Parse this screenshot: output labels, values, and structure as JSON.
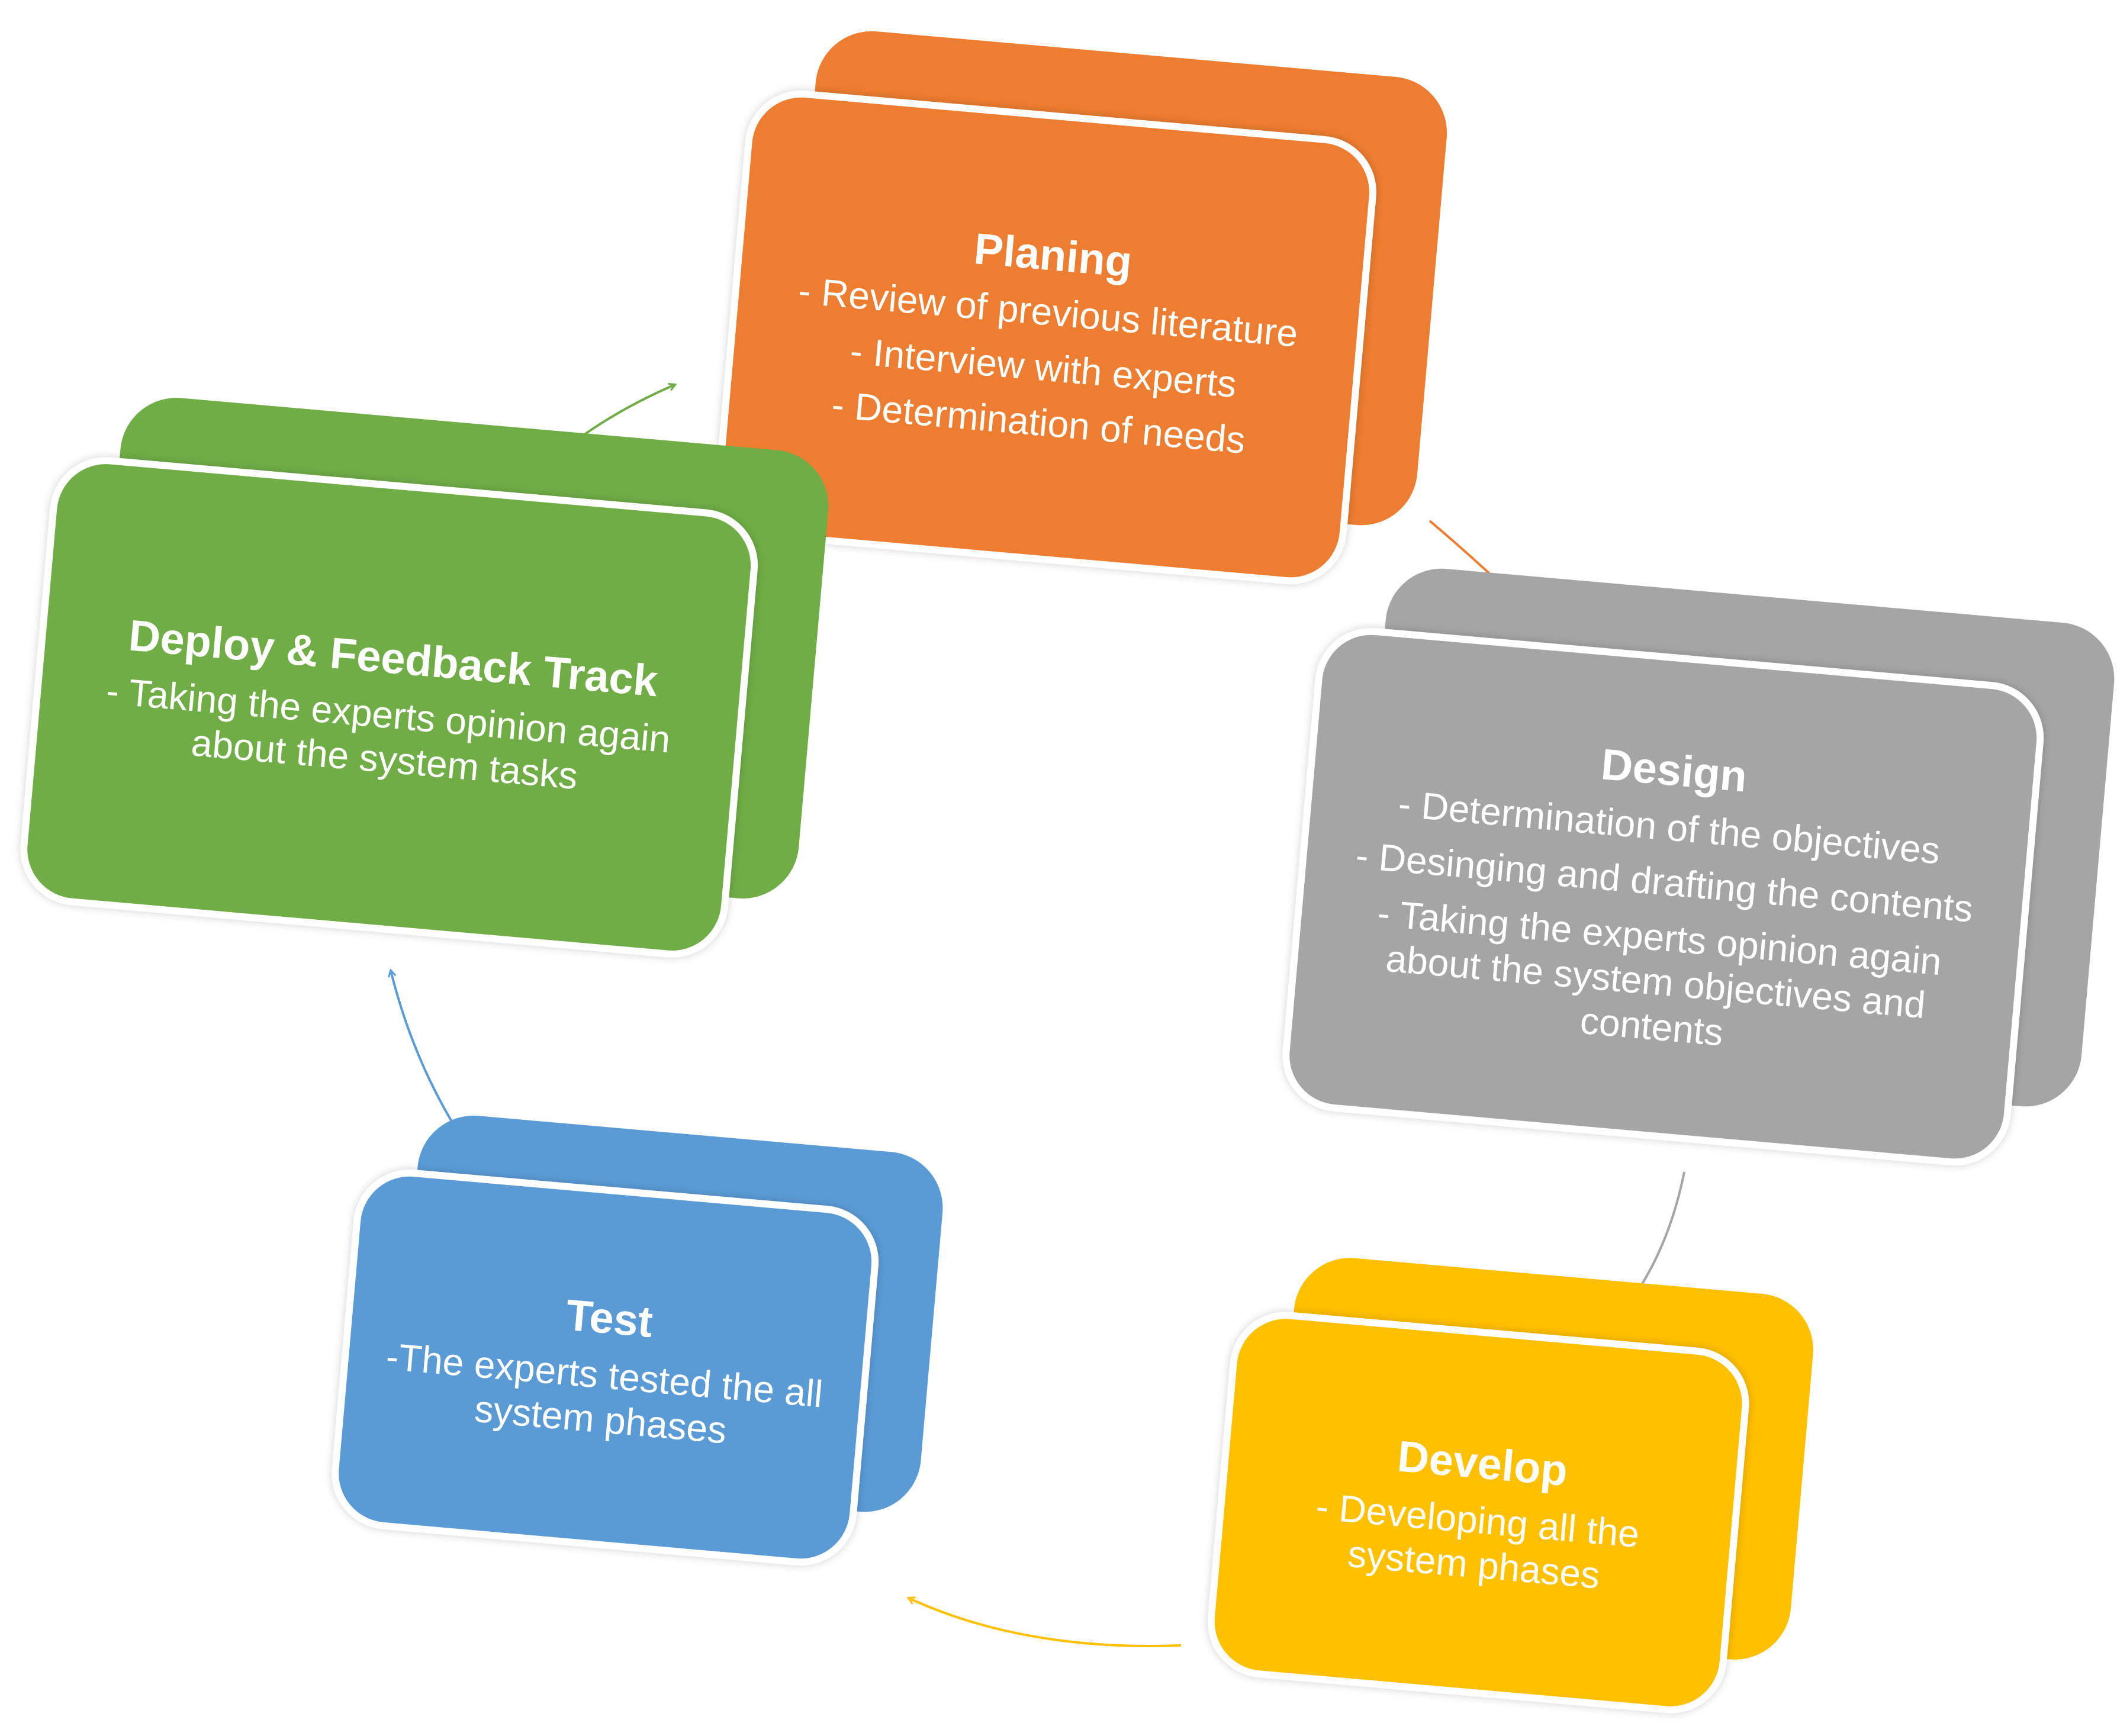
{
  "diagram": {
    "colors": {
      "planing": "#ED7D31",
      "design": "#A5A5A5",
      "develop": "#FFC000",
      "test": "#5B9BD5",
      "deploy": "#70AD47",
      "background": "#FFFFFF"
    },
    "blocks": {
      "planing": {
        "title": "Planing",
        "lines": [
          "- Review of previous literature",
          "- Interview with experts",
          "- Determination of needs"
        ]
      },
      "design": {
        "title": "Design",
        "lines": [
          "- Determination of the objectives",
          "- Desinging and drafting the contents",
          "- Taking the experts opinion again",
          "about the system objectives and",
          "contents"
        ]
      },
      "develop": {
        "title": "Develop",
        "lines": [
          "- Developing all the",
          "system phases"
        ]
      },
      "test": {
        "title": "Test",
        "lines": [
          "-The experts tested the all",
          "system phases"
        ]
      },
      "deploy": {
        "title": "Deploy & Feedback Track",
        "lines": [
          "- Taking the experts opinion again",
          "about the system tasks"
        ]
      }
    },
    "arrows": [
      {
        "from": "planing",
        "to": "design",
        "color": "#ED7D31"
      },
      {
        "from": "design",
        "to": "develop",
        "color": "#A5A5A5"
      },
      {
        "from": "develop",
        "to": "test",
        "color": "#FFC000"
      },
      {
        "from": "test",
        "to": "deploy",
        "color": "#5B9BD5"
      },
      {
        "from": "deploy",
        "to": "planing",
        "color": "#70AD47"
      }
    ]
  }
}
